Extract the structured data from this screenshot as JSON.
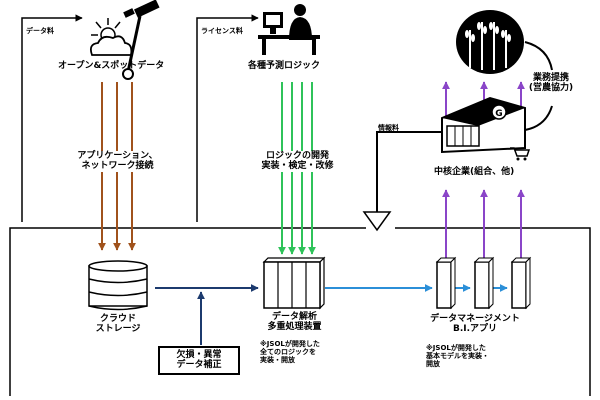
{
  "labels": {
    "data_fee": "データ料",
    "license_fee": "ライセンス料",
    "info_fee": "情報料",
    "open_spot_data": "オープン&スポットデータ",
    "forecast_logic": "各種予測ロジック",
    "app_network_1": "アプリケーション、",
    "app_network_2": "ネットワーク接続",
    "logic_dev_1": "ロジックの開発",
    "logic_dev_2": "実装・検定・改修",
    "business_tieup_1": "業務提携",
    "business_tieup_2": "(営農協力)",
    "core_company": "中核企業(組合、他)",
    "cloud_1": "クラウド",
    "cloud_2": "ストレージ",
    "analysis_1": "データ解析",
    "analysis_2": "多重処理装置",
    "analysis_note_1": "※JSOLが開発した",
    "analysis_note_2": "全てのロジックを",
    "analysis_note_3": "実装・開放",
    "missing_1": "欠損・異常",
    "missing_2": "データ補正",
    "dm_1": "データマネージメント",
    "dm_2": "B.I.アプリ",
    "dm_note_1": "※JSOLが開発した",
    "dm_note_2": "基本モデルを実装・",
    "dm_note_3": "開放"
  },
  "icons": {
    "weather": "sun-cloud-satellite-icon",
    "person": "person-at-computer-icon",
    "crop": "wheat-crop-icon",
    "store": "supermarket-store-icon",
    "database": "database-icon",
    "server": "server-rack-icon"
  },
  "colors": {
    "brown": "#a0521c",
    "green": "#2fc35a",
    "purple": "#8a45c8",
    "blue": "#2b8fd8",
    "navy": "#1c3a6e"
  }
}
